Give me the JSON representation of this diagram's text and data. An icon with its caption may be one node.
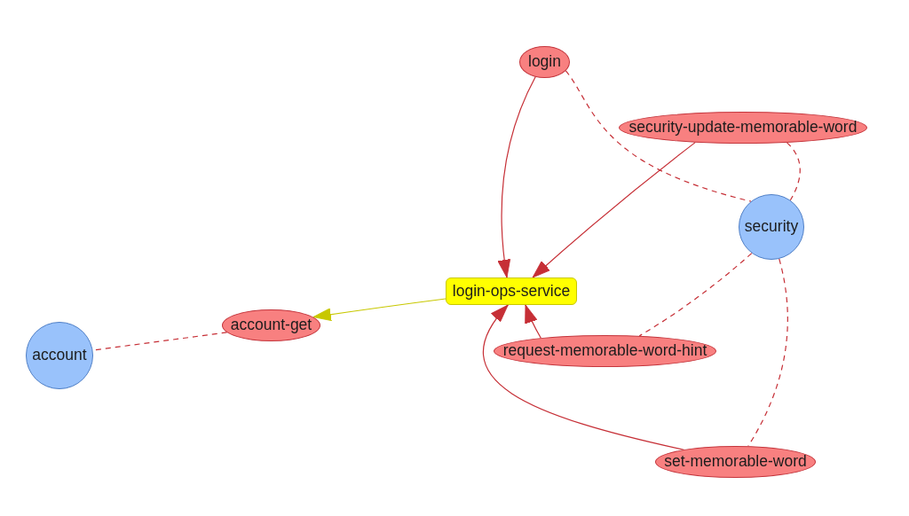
{
  "diagram": {
    "nodes": [
      {
        "text": [
          "login"
        ]
      },
      {
        "text": [
          "security-update-memorable-word"
        ]
      },
      {
        "text": [
          "security"
        ]
      },
      {
        "text": [
          "login-ops-service"
        ]
      },
      {
        "text": [
          "account-get"
        ]
      },
      {
        "text": [
          "account"
        ]
      },
      {
        "text": [
          "request-memorable-word-hint"
        ]
      },
      {
        "text": [
          "set-memorable-word"
        ]
      }
    ],
    "edges": [
      {
        "from": 0,
        "to": 3,
        "arrow": "to"
      },
      {
        "from": 1,
        "to": 3,
        "arrow": "to"
      },
      {
        "from": 6,
        "to": 3,
        "arrow": "to"
      },
      {
        "from": 7,
        "to": 3,
        "arrow": "to"
      },
      {
        "from": 3,
        "to": 4,
        "arrow": "to",
        "color": "#c8c800"
      },
      {
        "from": 4,
        "to": 5,
        "arrow": "none",
        "style": "dashed"
      },
      {
        "from": 0,
        "to": 2,
        "arrow": "none",
        "style": "dashed"
      },
      {
        "from": 1,
        "to": 2,
        "arrow": "none",
        "style": "dashed"
      },
      {
        "from": 2,
        "to": 6,
        "arrow": "none",
        "style": "dashed"
      },
      {
        "from": 2,
        "to": 7,
        "arrow": "none",
        "style": "dashed"
      }
    ]
  }
}
